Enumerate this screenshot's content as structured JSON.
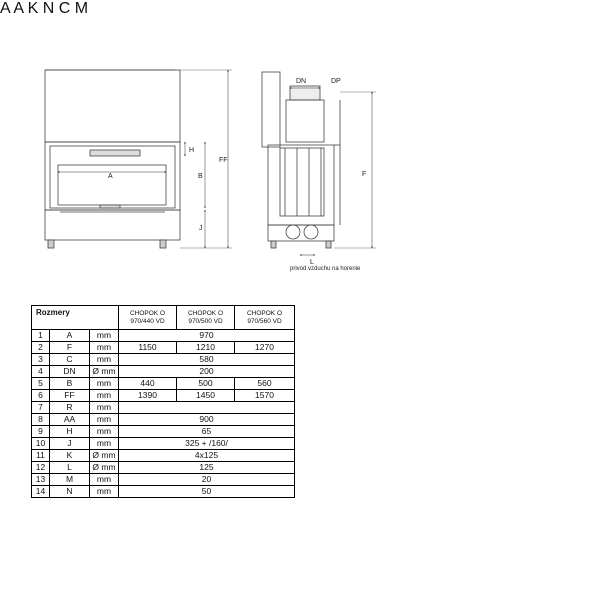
{
  "drawing_labels": {
    "front": {
      "A": "A",
      "H": "H",
      "B": "B",
      "FF": "FF",
      "J": "J"
    },
    "side": {
      "DN": "DN",
      "DP": "DP",
      "F": "F",
      "L": "L"
    },
    "top": {
      "AA": "A A",
      "K": "K",
      "N": "N",
      "C": "C",
      "M": "M"
    }
  },
  "caption": "privod vzduchu na horenie",
  "table": {
    "title": "Rozmery",
    "models": [
      "CHOPOK O 970/440 VD",
      "CHOPOK O 970/500 VD",
      "CHOPOK O 970/560 VD"
    ],
    "rows": [
      {
        "n": "1",
        "p": "A",
        "u": "mm",
        "v": [
          "970"
        ]
      },
      {
        "n": "2",
        "p": "F",
        "u": "mm",
        "v": [
          "1150",
          "1210",
          "1270"
        ]
      },
      {
        "n": "3",
        "p": "C",
        "u": "mm",
        "v": [
          "580"
        ]
      },
      {
        "n": "4",
        "p": "DN",
        "u": "Ø mm",
        "v": [
          "200"
        ]
      },
      {
        "n": "5",
        "p": "B",
        "u": "mm",
        "v": [
          "440",
          "500",
          "560"
        ]
      },
      {
        "n": "6",
        "p": "FF",
        "u": "mm",
        "v": [
          "1390",
          "1450",
          "1570"
        ]
      },
      {
        "n": "7",
        "p": "R",
        "u": "mm",
        "v": [
          ""
        ]
      },
      {
        "n": "8",
        "p": "AA",
        "u": "mm",
        "v": [
          "900"
        ]
      },
      {
        "n": "9",
        "p": "H",
        "u": "mm",
        "v": [
          "65"
        ]
      },
      {
        "n": "10",
        "p": "J",
        "u": "mm",
        "v": [
          "325 + /160/"
        ]
      },
      {
        "n": "11",
        "p": "K",
        "u": "Ø mm",
        "v": [
          "4x125"
        ]
      },
      {
        "n": "12",
        "p": "L",
        "u": "Ø mm",
        "v": [
          "125"
        ]
      },
      {
        "n": "13",
        "p": "M",
        "u": "mm",
        "v": [
          "20"
        ]
      },
      {
        "n": "14",
        "p": "N",
        "u": "mm",
        "v": [
          "50"
        ]
      }
    ]
  }
}
